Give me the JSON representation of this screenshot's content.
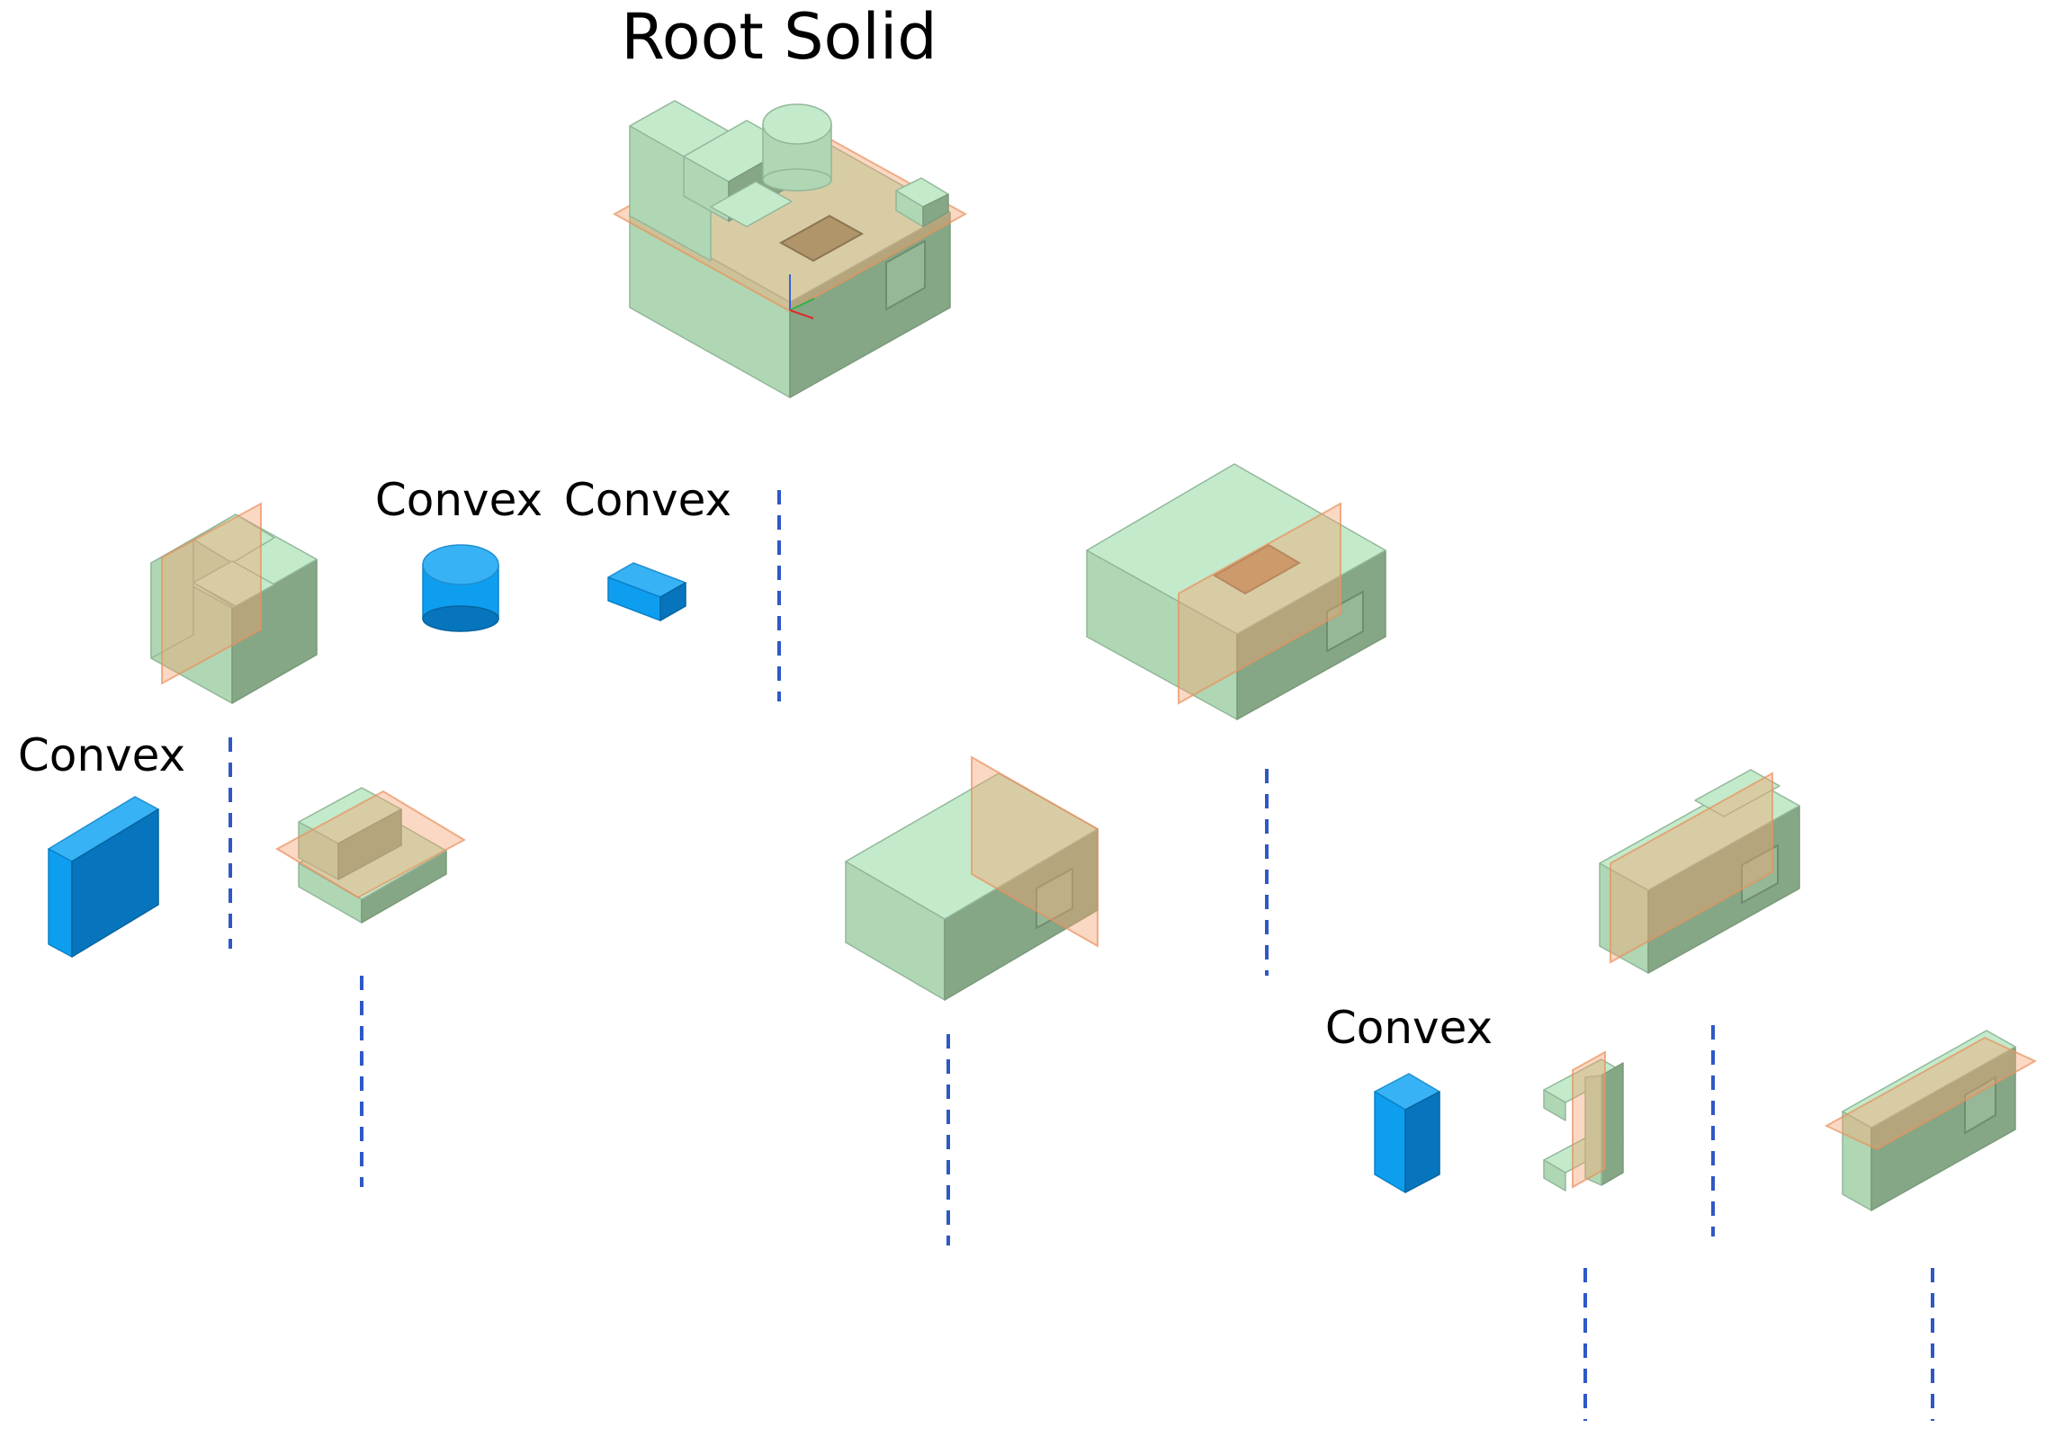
{
  "title": "Root Solid",
  "convex_label": "Convex",
  "colors": {
    "solid_green": "#c3ebcb",
    "convex_blue": "#0e9ef0",
    "split_plane": "#f5a271",
    "connector": "#2f58c7"
  },
  "nodes": [
    {
      "id": "root",
      "label": "Root Solid",
      "kind": "solid-with-plane"
    },
    {
      "id": "L-staircase",
      "kind": "solid-with-plane"
    },
    {
      "id": "L-cylinder",
      "label": "Convex",
      "kind": "convex"
    },
    {
      "id": "L-small-box",
      "label": "Convex",
      "kind": "convex"
    },
    {
      "id": "R-block",
      "kind": "solid-with-plane"
    },
    {
      "id": "LL-slab",
      "label": "Convex",
      "kind": "convex"
    },
    {
      "id": "LR-step",
      "kind": "solid-with-plane"
    },
    {
      "id": "RL-block",
      "kind": "solid-with-plane"
    },
    {
      "id": "RR-window-part",
      "kind": "solid-with-plane"
    },
    {
      "id": "RRL-tall-box",
      "label": "Convex",
      "kind": "convex"
    },
    {
      "id": "RRM-c-shape",
      "kind": "solid-with-plane"
    },
    {
      "id": "RRR-window-slab",
      "kind": "solid-with-plane"
    }
  ]
}
